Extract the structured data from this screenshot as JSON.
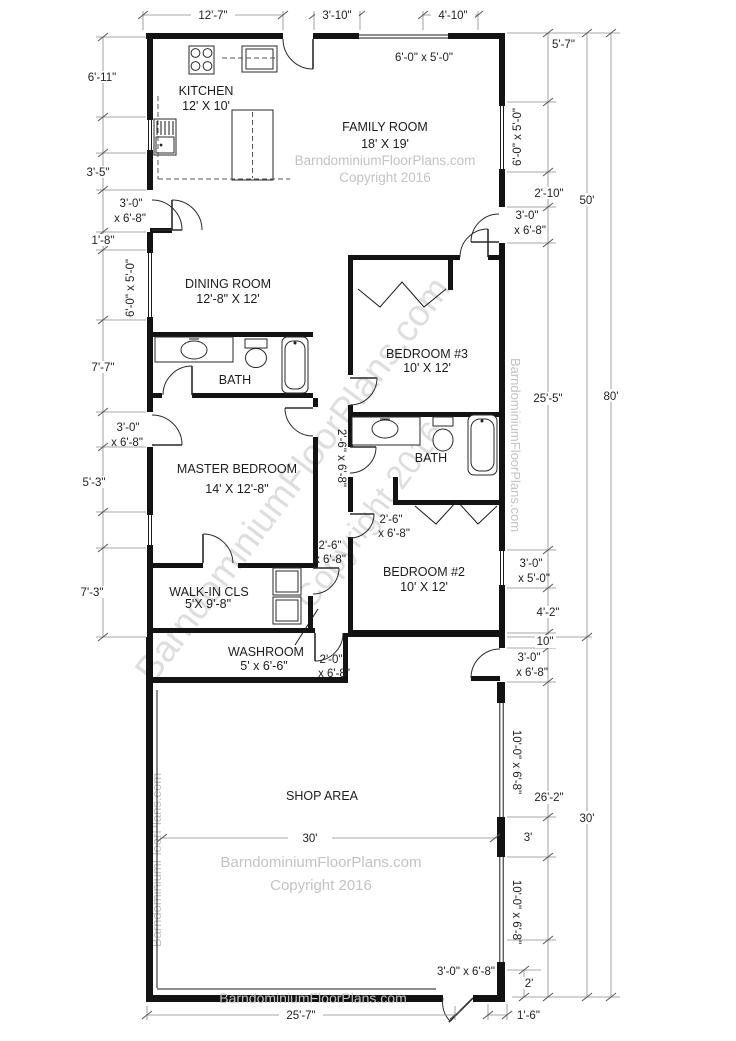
{
  "watermark": {
    "site": "BarndominiumFloorPlans.com",
    "copyright": "Copyright 2016"
  },
  "rooms": {
    "kitchen": {
      "name": "KITCHEN",
      "size": "12' X 10'"
    },
    "family": {
      "name": "FAMILY ROOM",
      "size": "18' X 19'"
    },
    "dining": {
      "name": "DINING ROOM",
      "size": "12'-8\" X 12'"
    },
    "bath1": {
      "name": "BATH"
    },
    "bedroom3": {
      "name": "BEDROOM #3",
      "size": "10' X 12'"
    },
    "bath2": {
      "name": "BATH"
    },
    "master": {
      "name": "MASTER BEDROOM",
      "size": "14' X 12'-8\""
    },
    "bedroom2": {
      "name": "BEDROOM #2",
      "size": "10' X 12'"
    },
    "closet": {
      "name": "WALK-IN CLS",
      "size": "5'X 9'-8\""
    },
    "washroom": {
      "name": "WASHROOM",
      "size": "5' x 6'-6\""
    },
    "shop": {
      "name": "SHOP AREA",
      "width": "30'"
    }
  },
  "dims": {
    "top": [
      "12'-7\"",
      "3'-10\"",
      "4'-10\""
    ],
    "left": [
      "6'-11\"",
      "3'-5\"",
      "1'-8\"",
      "7'-7\"",
      "5'-3\"",
      "7'-3\""
    ],
    "right": [
      "5'-7\"",
      "2'-10\"",
      "25'-5\"",
      "4'-2\"",
      "10\"",
      "26'-2\"",
      "3'",
      "2'",
      "50'",
      "30'",
      "80'"
    ],
    "bottom": [
      "25'-7\"",
      "1'-6\""
    ]
  },
  "openings": {
    "window_6x5": "6'-0\" x 5'-0\"",
    "window_10068": "10'-0\" x 6'-8\"",
    "window_3050": {
      "l1": "3'-0\"",
      "l2": "x 5'-0\""
    },
    "door_3068": {
      "l1": "3'-0\"",
      "l2": "x 6'-8\"",
      "full": "3'-0\" x 6'-8\""
    },
    "door_2668": {
      "l1": "2'-6\"",
      "l2": "x 6'-8\"",
      "full": "2'-6\" x 6'-8\""
    },
    "door_2068": {
      "l1": "2'-0\"",
      "l2": "x 6'-8\""
    }
  }
}
